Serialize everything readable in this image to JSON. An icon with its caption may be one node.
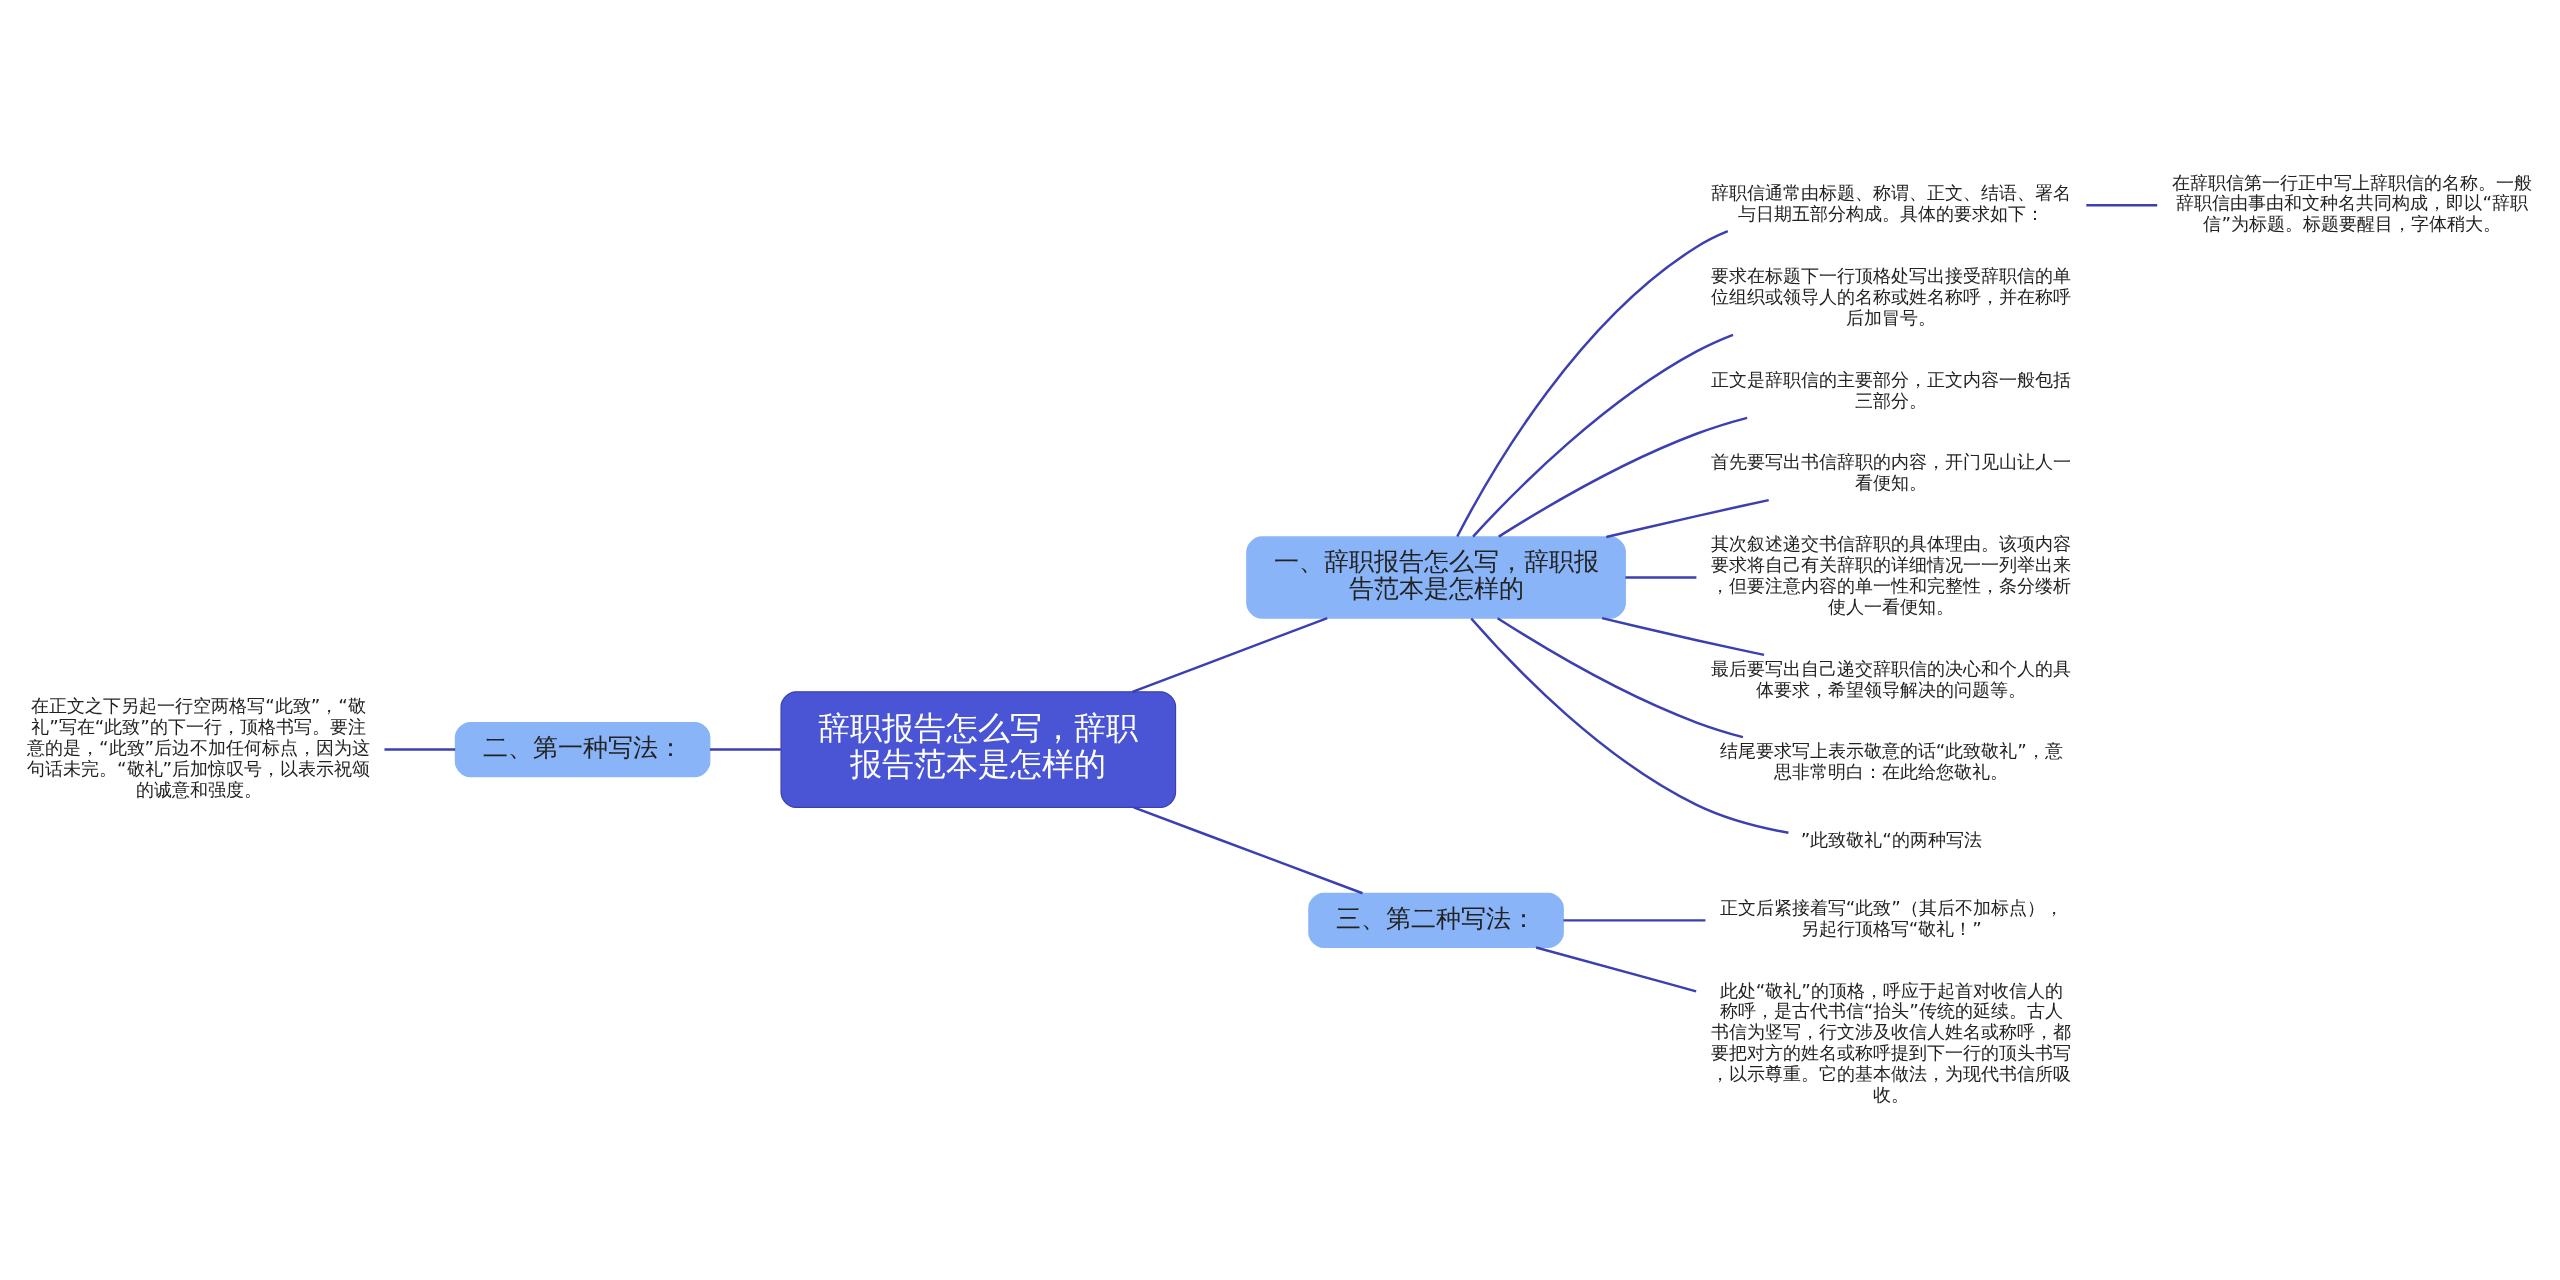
{
  "diagram": {
    "nodes": [
      {
        "text": [
          "辞职报告怎么写，辞职报告范本是怎样的"
        ]
      },
      {
        "text": [
          "一、辞职报告怎么写，辞职报告范本是怎样的"
        ]
      },
      {
        "text": [
          "辞职信通常由标题、称谓、正文、结语、署名与日期五部分构成。具体的要求如下："
        ]
      },
      {
        "text": [
          "在辞职信第一行正中写上辞职信的名称。一般辞职信由事由和文种名共同构成，即以“辞职信”为标题。标题要醒目，字体稍大。"
        ]
      },
      {
        "text": [
          "要求在标题下一行顶格处写出接受辞职信的单位组织或领导人的名称或姓名称呼，并在称呼后加冒号。"
        ]
      },
      {
        "text": [
          "正文是辞职信的主要部分，正文内容一般包括三部分。"
        ]
      },
      {
        "text": [
          "首先要写出书信辞职的内容，开门见山让人一看便知。"
        ]
      },
      {
        "text": [
          "其次叙述递交书信辞职的具体理由。该项内容要求将自己有关辞职的详细情况一一列举出来，但要注意内容的单一性和完整性，条分缕析使人一看便知。"
        ]
      },
      {
        "text": [
          "最后要写出自己递交辞职信的决心和个人的具体要求，希望领导解决的问题等。"
        ]
      },
      {
        "text": [
          "结尾要求写上表示敬意的话“此致敬礼”，意思非常明白：在此给您敬礼。"
        ]
      },
      {
        "text": [
          "”此致敬礼“的两种写法"
        ]
      },
      {
        "text": [
          "二、第一种写法："
        ]
      },
      {
        "text": [
          "在正文之下另起一行空两格写“此致”，“敬礼”写在“此致”的下一行，顶格书写。要注意的是，“此致”后边不加任何标点，因为这句话未完。“敬礼”后加惊叹号，以表示祝颂的诚意和强度。"
        ]
      },
      {
        "text": [
          "三、第二种写法："
        ]
      },
      {
        "text": [
          "正文后紧接着写“此致”（其后不加标点），另起行顶格写“敬礼！”"
        ]
      },
      {
        "text": [
          "此处“敬礼”的顶格，呼应于起首对收信人的称呼，是古代书信“抬头”传统的延续。古人书信为竖写，行文涉及收信人姓名或称呼，都要把对方的姓名或称呼提到下一行的顶头书写，以示尊重。它的基本做法，为现代书信所吸收。"
        ]
      }
    ],
    "edges": [
      {
        "from": 0,
        "to": 1,
        "arrow": "none"
      },
      {
        "from": 1,
        "to": 2,
        "arrow": "none"
      },
      {
        "from": 2,
        "to": 3,
        "arrow": "none"
      },
      {
        "from": 1,
        "to": 4,
        "arrow": "none"
      },
      {
        "from": 1,
        "to": 5,
        "arrow": "none"
      },
      {
        "from": 1,
        "to": 6,
        "arrow": "none"
      },
      {
        "from": 1,
        "to": 7,
        "arrow": "none"
      },
      {
        "from": 1,
        "to": 8,
        "arrow": "none"
      },
      {
        "from": 1,
        "to": 9,
        "arrow": "none"
      },
      {
        "from": 1,
        "to": 10,
        "arrow": "none"
      },
      {
        "from": 0,
        "to": 11,
        "arrow": "none"
      },
      {
        "from": 11,
        "to": 12,
        "arrow": "none"
      },
      {
        "from": 0,
        "to": 13,
        "arrow": "none"
      },
      {
        "from": 13,
        "to": 14,
        "arrow": "none"
      },
      {
        "from": 13,
        "to": 15,
        "arrow": "none"
      }
    ]
  }
}
